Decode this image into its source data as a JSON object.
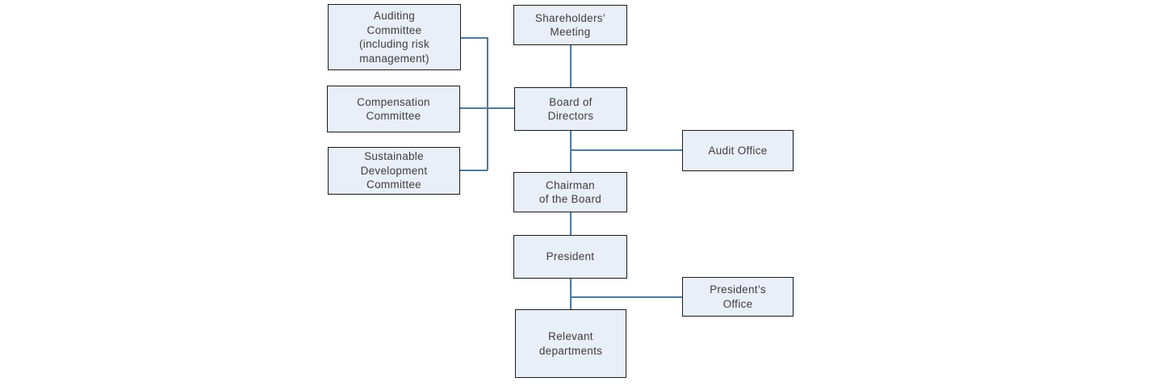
{
  "diagram": {
    "type": "org-chart",
    "nodes": {
      "auditing_committee": {
        "lines": [
          "Auditing",
          "Committee",
          "(including risk",
          "management)"
        ]
      },
      "shareholders_meeting": {
        "lines": [
          "Shareholders’",
          "Meeting"
        ]
      },
      "compensation_committee": {
        "lines": [
          "Compensation",
          "Committee"
        ]
      },
      "board_of_directors": {
        "lines": [
          "Board of",
          "Directors"
        ]
      },
      "sustainable_development_committee": {
        "lines": [
          "Sustainable",
          "Development",
          "Committee"
        ]
      },
      "audit_office": {
        "lines": [
          "Audit Office"
        ]
      },
      "chairman_of_the_board": {
        "lines": [
          "Chairman",
          "of the Board"
        ]
      },
      "president": {
        "lines": [
          "President"
        ]
      },
      "presidents_office": {
        "lines": [
          "President’s",
          "Office"
        ]
      },
      "relevant_departments": {
        "lines": [
          "Relevant",
          "departments"
        ]
      }
    },
    "edges": [
      {
        "from": "shareholders_meeting",
        "to": "board_of_directors"
      },
      {
        "from": "auditing_committee",
        "to": "board_of_directors"
      },
      {
        "from": "compensation_committee",
        "to": "board_of_directors"
      },
      {
        "from": "sustainable_development_committee",
        "to": "board_of_directors"
      },
      {
        "from": "board_of_directors",
        "to": "audit_office"
      },
      {
        "from": "board_of_directors",
        "to": "chairman_of_the_board"
      },
      {
        "from": "chairman_of_the_board",
        "to": "president"
      },
      {
        "from": "president",
        "to": "presidents_office"
      },
      {
        "from": "president",
        "to": "relevant_departments"
      }
    ]
  },
  "colors": {
    "background": "#ffffff",
    "node_fill": "#e9eff8",
    "node_border": "#1a1a1a",
    "connector": "#4f7899",
    "text": "#3d3d3d"
  }
}
